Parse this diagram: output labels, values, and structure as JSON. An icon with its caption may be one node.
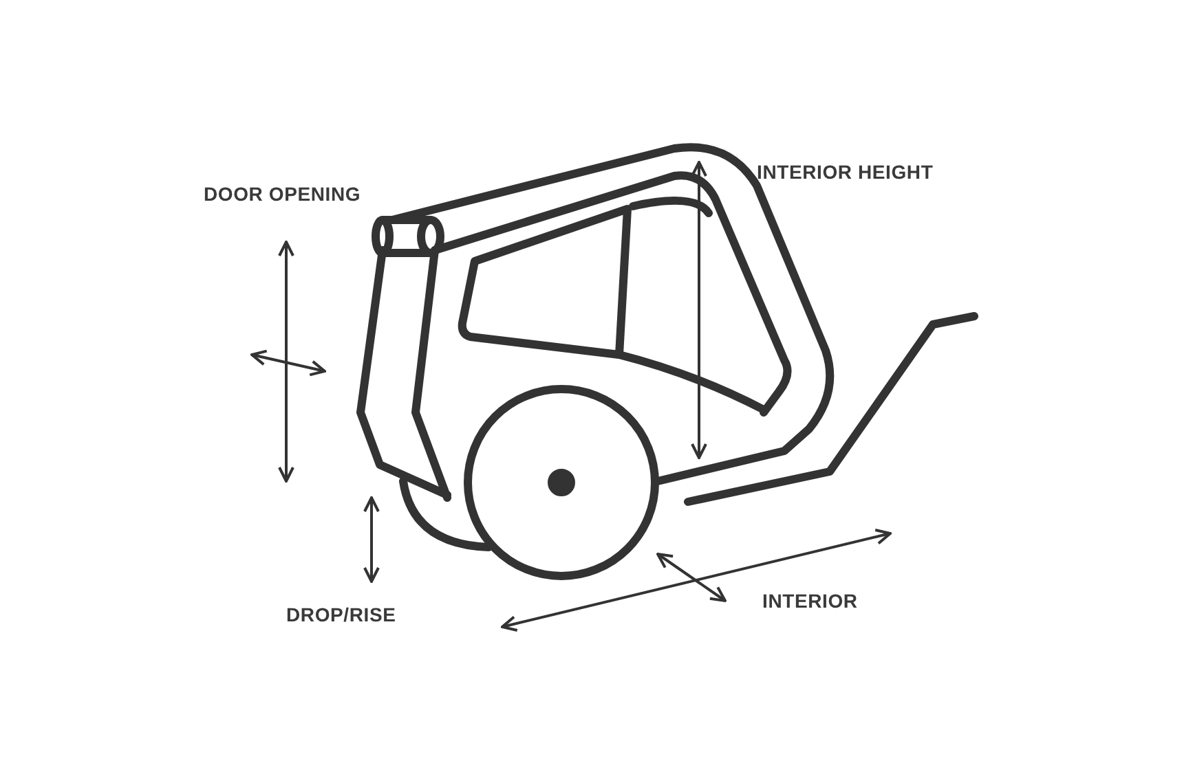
{
  "diagram": {
    "labels": [
      "DOOR OPENING",
      "INTERIOR HEIGHT",
      "DROP/RISE",
      "INTERIOR"
    ]
  }
}
